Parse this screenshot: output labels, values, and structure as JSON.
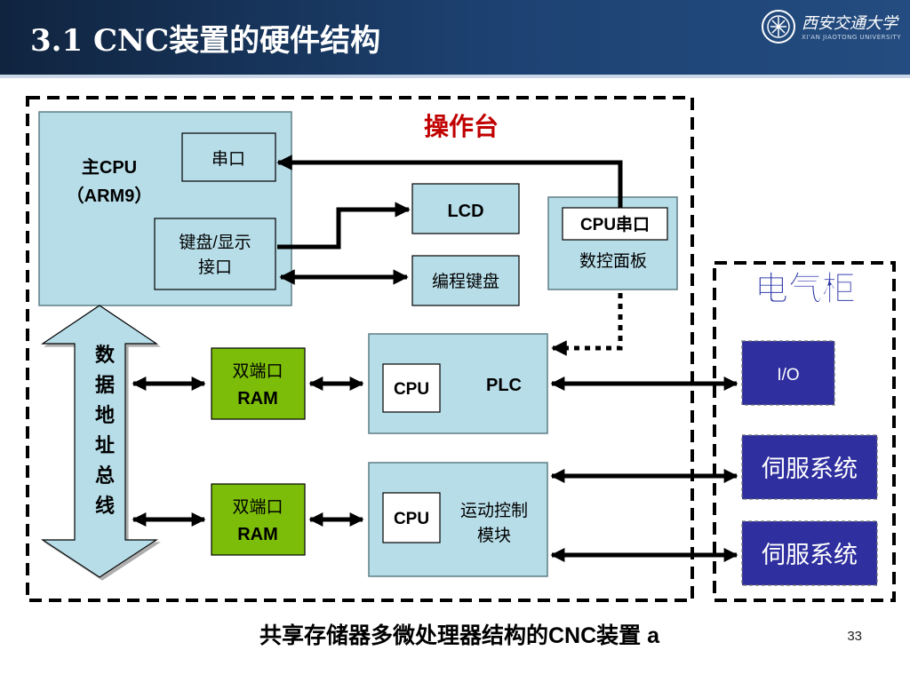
{
  "slide": {
    "title": "3.1 CNC装置的硬件结构",
    "page_number": "33",
    "logo_text": "西安交通大学",
    "logo_sub": "XI'AN JIAOTONG UNIVERSITY"
  },
  "diagram": {
    "console_label": "操作台",
    "cabinet_label": "电气柜",
    "main_cpu_line1": "主CPU",
    "main_cpu_line2": "（ARM9）",
    "serial_port": "串口",
    "kbd_disp_line1": "键盘/显示",
    "kbd_disp_line2": "接口",
    "lcd": "LCD",
    "prog_keyboard": "编程键盘",
    "cpu_serial_port": "CPU串口",
    "nc_panel": "数控面板",
    "bus_chars": [
      "数",
      "据",
      "地",
      "址",
      "总",
      "线"
    ],
    "dual_port_ram_1_line1": "双端口",
    "dual_port_ram_1_line2": "RAM",
    "dual_port_ram_2_line1": "双端口",
    "dual_port_ram_2_line2": "RAM",
    "plc_cpu": "CPU",
    "plc": "PLC",
    "motion_cpu": "CPU",
    "motion_line1": "运动控制",
    "motion_line2": "模块",
    "io": "I/O",
    "servo_1": "伺服系统",
    "servo_2": "伺服系统",
    "caption": "共享存储器多微处理器结构的CNC装置 a"
  },
  "colors": {
    "box_fill": "#b7dde8",
    "ram_fill": "#7cbd0a",
    "cabinet_box_fill": "#2f2f9f",
    "console_label": "#c00000",
    "cabinet_label": "#2a34a8"
  }
}
